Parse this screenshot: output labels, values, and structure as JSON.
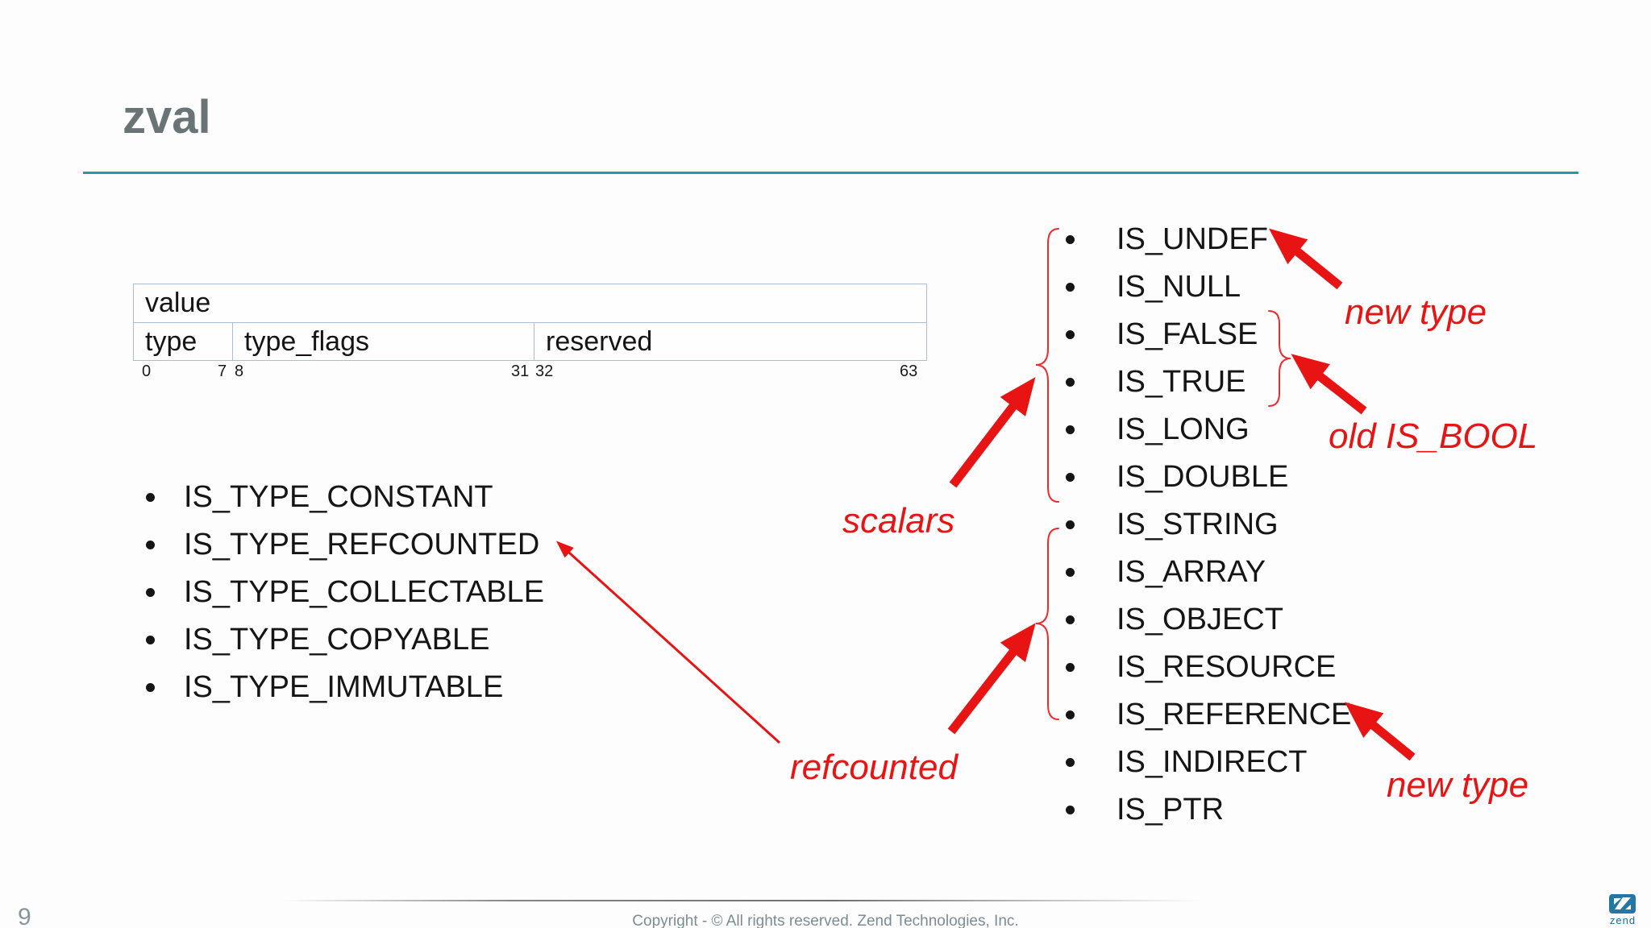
{
  "header": {
    "title": "zval"
  },
  "bitfield": {
    "value_label": "value",
    "cells": [
      "type",
      "type_flags",
      "reserved"
    ],
    "bits": [
      "0",
      "7",
      "8",
      "31",
      "32",
      "63"
    ]
  },
  "flags_list": {
    "items": [
      "IS_TYPE_CONSTANT",
      "IS_TYPE_REFCOUNTED",
      "IS_TYPE_COLLECTABLE",
      "IS_TYPE_COPYABLE",
      "IS_TYPE_IMMUTABLE"
    ]
  },
  "types_list": {
    "items": [
      "IS_UNDEF",
      "IS_NULL",
      "IS_FALSE",
      "IS_TRUE",
      "IS_LONG",
      "IS_DOUBLE",
      "IS_STRING",
      "IS_ARRAY",
      "IS_OBJECT",
      "IS_RESOURCE",
      "IS_REFERENCE",
      "IS_INDIRECT",
      "IS_PTR"
    ]
  },
  "annotations": {
    "new_type_top": "new type",
    "old_is_bool": "old IS_BOOL",
    "scalars": "scalars",
    "refcounted": "refcounted",
    "new_type_bottom": "new type"
  },
  "footer": {
    "page_number": "9",
    "copyright": "Copyright - © All rights reserved. Zend Technologies, Inc.",
    "logo_text": "zend"
  },
  "colors": {
    "annotation_red": "#e81414",
    "brace_red": "#ee2b2b",
    "title_gray": "#6a7477",
    "teal_rule": "#2d93a8",
    "table_border": "#a9bdda",
    "logo_blue": "#2277a5"
  }
}
